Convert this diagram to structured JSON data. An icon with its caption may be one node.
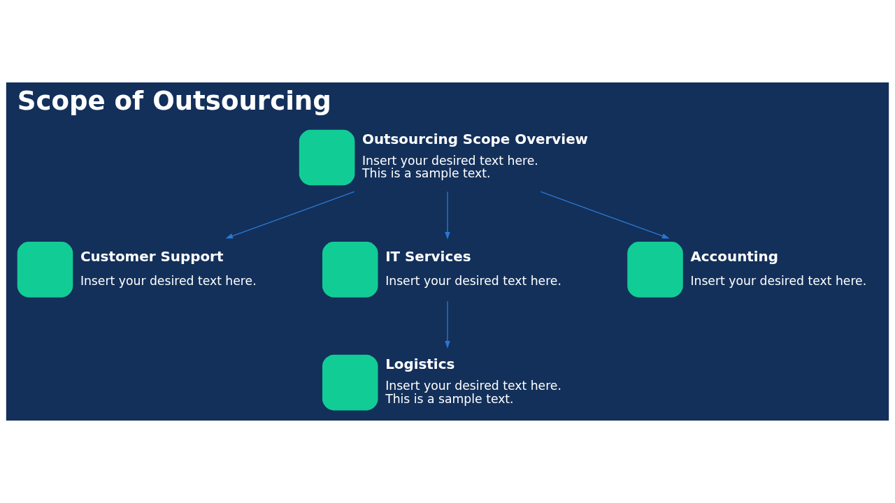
{
  "diagram": {
    "title": "Scope of Outsourcing",
    "nodes": [
      {
        "text": [
          "Outsourcing Scope Overview",
          "Insert your desired text here. This is a sample text."
        ]
      },
      {
        "text": [
          "Customer Support",
          "Insert your desired text here."
        ]
      },
      {
        "text": [
          "IT Services",
          "Insert your desired text here."
        ]
      },
      {
        "text": [
          "Accounting",
          "Insert your desired text here."
        ]
      },
      {
        "text": [
          "Logistics",
          "Insert your desired text here. This is a sample text."
        ]
      }
    ],
    "edges": [
      {
        "from": 0,
        "to": 1,
        "arrow": "to"
      },
      {
        "from": 0,
        "to": 2,
        "arrow": "to"
      },
      {
        "from": 0,
        "to": 3,
        "arrow": "to"
      },
      {
        "from": 2,
        "to": 4,
        "arrow": "to"
      }
    ]
  }
}
